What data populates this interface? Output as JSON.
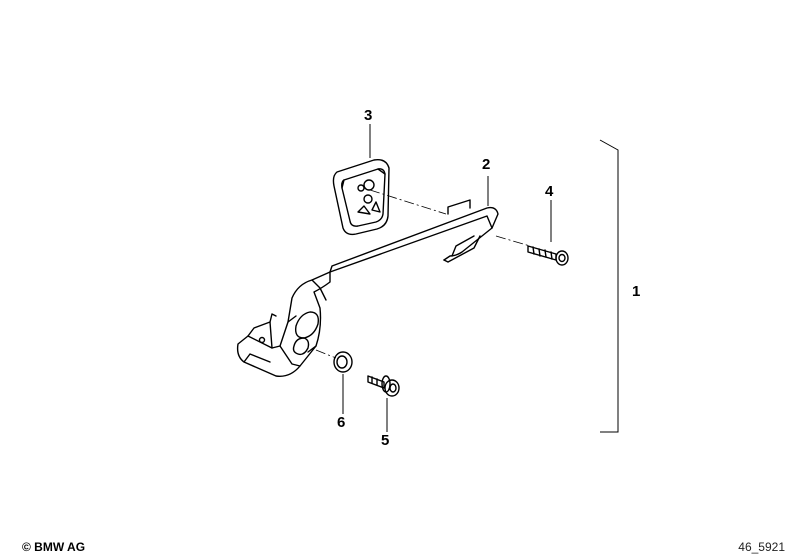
{
  "callouts": {
    "part_1": "1",
    "part_2": "2",
    "part_3": "3",
    "part_4": "4",
    "part_5": "5",
    "part_6": "6"
  },
  "footer": {
    "copyright": "© BMW AG",
    "drawing_number": "46_5921"
  },
  "colors": {
    "line": "#000000",
    "background": "#ffffff"
  }
}
